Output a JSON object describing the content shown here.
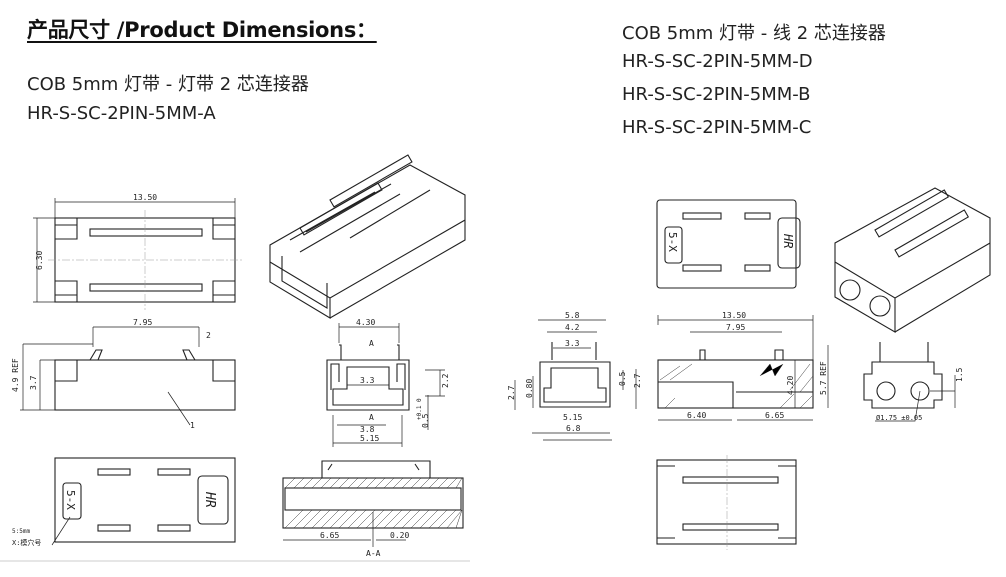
{
  "title": "产品尺寸 /Product Dimensions：",
  "left": {
    "desc": "COB  5mm  灯带 - 灯带 2 芯连接器",
    "model": "HR-S-SC-2PIN-5MM-A",
    "top_view": {
      "width": "13.50",
      "height": "6.30"
    },
    "side_view": {
      "pitch": "7.95",
      "total_h": "4.9 REF",
      "body_h": "3.7",
      "callout_1": "1",
      "callout_2": "2"
    },
    "end_view": {
      "w1": "4.30",
      "w2": "3.3",
      "w3": "3.8",
      "w4": "5.15",
      "h1": "2.2",
      "h2": "0.5",
      "tol": "+0.1 0",
      "section": "A"
    },
    "bottom_view": {
      "mark": "5-X",
      "note1": "5:5mm",
      "note2": "X:模穴号",
      "logo": "HR"
    },
    "section_view": {
      "d1": "6.65",
      "d2": "0.20",
      "label": "A-A"
    }
  },
  "right": {
    "desc": "COB  5mm  灯带 - 线 2 芯连接器",
    "models": [
      "HR-S-SC-2PIN-5MM-D",
      "HR-S-SC-2PIN-5MM-B",
      "HR-S-SC-2PIN-5MM-C"
    ],
    "top_view": {
      "mark": "5-X",
      "logo": "HR"
    },
    "end_view": {
      "w1": "5.8",
      "w2": "4.2",
      "w3": "3.3",
      "w4": "5.15",
      "w5": "6.8",
      "h1": "2.7",
      "h2": "0.80",
      "h3": "0.5",
      "h4": "2.7"
    },
    "side_view": {
      "w1": "13.50",
      "w2": "7.95",
      "w3": "6.40",
      "w4": "6.65",
      "h1": "4.20",
      "h2": "5.7 REF"
    },
    "hole_view": {
      "dia": "Ø1.75 ±0.05",
      "h": "1.5"
    }
  }
}
